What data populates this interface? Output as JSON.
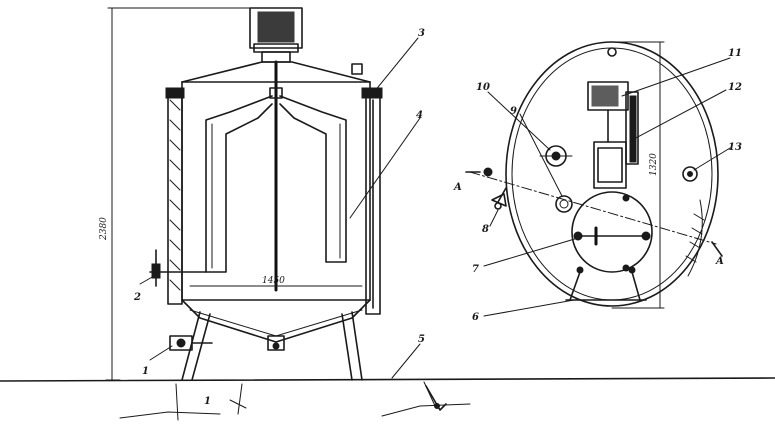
{
  "labels": {
    "l1": "1",
    "l1b": "1",
    "l2": "2",
    "l3": "3",
    "l4": "4",
    "l5": "5",
    "l6": "6",
    "l7": "7",
    "l8": "8",
    "l9": "9",
    "l10": "10",
    "l11": "11",
    "l12": "12",
    "l13": "13",
    "secA1": "A",
    "secA2": "A"
  },
  "dimensions": {
    "height": "2380",
    "width": "1450",
    "diameter": "1320"
  }
}
